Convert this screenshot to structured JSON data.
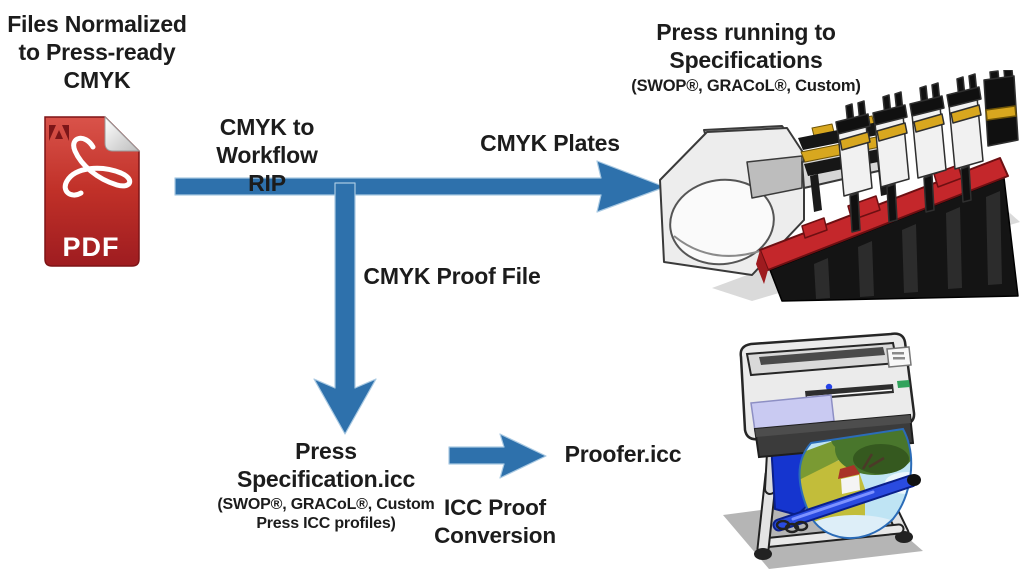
{
  "canvas": {
    "background": "#ffffff"
  },
  "colors": {
    "arrow_blue": "#2E71AC",
    "arrow_halo": "#A9C9E2",
    "text": "#1C1C1C",
    "pdf_red_top": "#D9534A",
    "pdf_red_bottom": "#9E1C20",
    "press_red": "#C4272B",
    "press_yellow": "#D8A71F",
    "printer_blue": "#1535CF"
  },
  "labels": {
    "files_normalized": {
      "lines": [
        "Files Normalized",
        "to Press-ready",
        "CMYK"
      ]
    },
    "pdf_badge": "PDF",
    "workflow_rip": {
      "lines": [
        "CMYK to Workflow",
        "RIP"
      ]
    },
    "cmyk_plates": "CMYK Plates",
    "press_title": {
      "lines": [
        "Press running to",
        "Specifications"
      ],
      "subtitle": "(SWOP®, GRACoL®, Custom)"
    },
    "cmyk_proof_file": "CMYK Proof File",
    "press_specification": {
      "title": "Press Specification.icc",
      "subtitle_lines": [
        "(SWOP®, GRACoL®, Custom",
        "Press ICC profiles)"
      ]
    },
    "proofer_icc": "Proofer.icc",
    "icc_proof_conversion": {
      "lines": [
        "ICC Proof",
        "Conversion"
      ]
    }
  }
}
